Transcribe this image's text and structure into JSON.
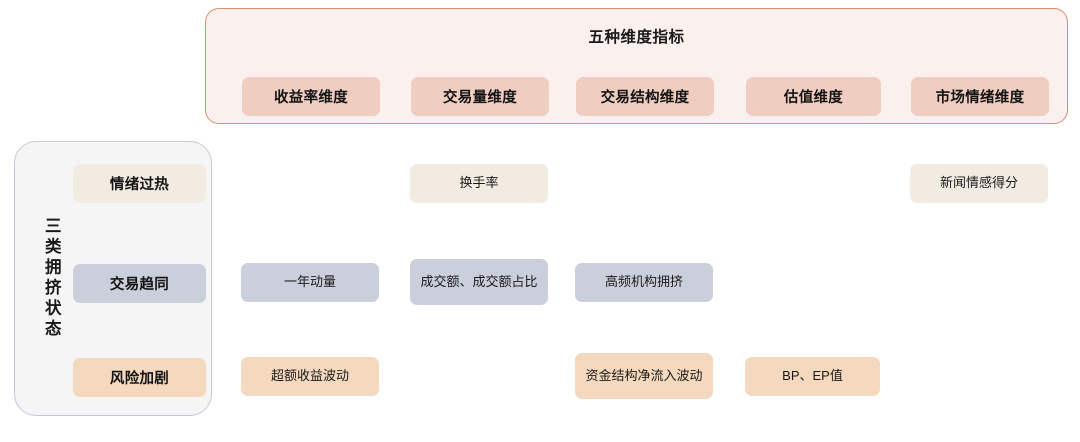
{
  "dimensions_panel": {
    "title": "五种维度指标",
    "accent_border": "#D98E72",
    "background": "#FAF1EE",
    "pill_color": "#EFCDC0",
    "pills": [
      {
        "label": "收益率维度"
      },
      {
        "label": "交易量维度"
      },
      {
        "label": "交易结构维度"
      },
      {
        "label": "估值维度"
      },
      {
        "label": "市场情绪维度"
      }
    ]
  },
  "states_panel": {
    "vertical_label": "三类拥挤状态",
    "border": "#C6C9D6",
    "background": "#F5F5F6",
    "states": [
      {
        "label": "情绪过热",
        "color": "#F2EBE2"
      },
      {
        "label": "交易趋同",
        "color": "#CBCFDB"
      },
      {
        "label": "风险加剧",
        "color": "#F4D9BE"
      }
    ]
  },
  "matrix": {
    "rows": [
      {
        "state": "情绪过热",
        "tone": "tone-cream",
        "cells": [
          {
            "column": "收益率维度",
            "label": ""
          },
          {
            "column": "交易量维度",
            "label": "换手率"
          },
          {
            "column": "交易结构维度",
            "label": ""
          },
          {
            "column": "估值维度",
            "label": ""
          },
          {
            "column": "市场情绪维度",
            "label": "新闻情感得分"
          }
        ]
      },
      {
        "state": "交易趋同",
        "tone": "tone-blue",
        "cells": [
          {
            "column": "收益率维度",
            "label": "一年动量"
          },
          {
            "column": "交易量维度",
            "label": "成交额、成交额占比"
          },
          {
            "column": "交易结构维度",
            "label": "高频机构拥挤"
          },
          {
            "column": "估值维度",
            "label": ""
          },
          {
            "column": "市场情绪维度",
            "label": ""
          }
        ]
      },
      {
        "state": "风险加剧",
        "tone": "tone-peach",
        "cells": [
          {
            "column": "收益率维度",
            "label": "超额收益波动"
          },
          {
            "column": "交易量维度",
            "label": ""
          },
          {
            "column": "交易结构维度",
            "label": "资金结构净流入波动"
          },
          {
            "column": "估值维度",
            "label": "BP、EP值"
          },
          {
            "column": "市场情绪维度",
            "label": ""
          }
        ]
      }
    ]
  }
}
